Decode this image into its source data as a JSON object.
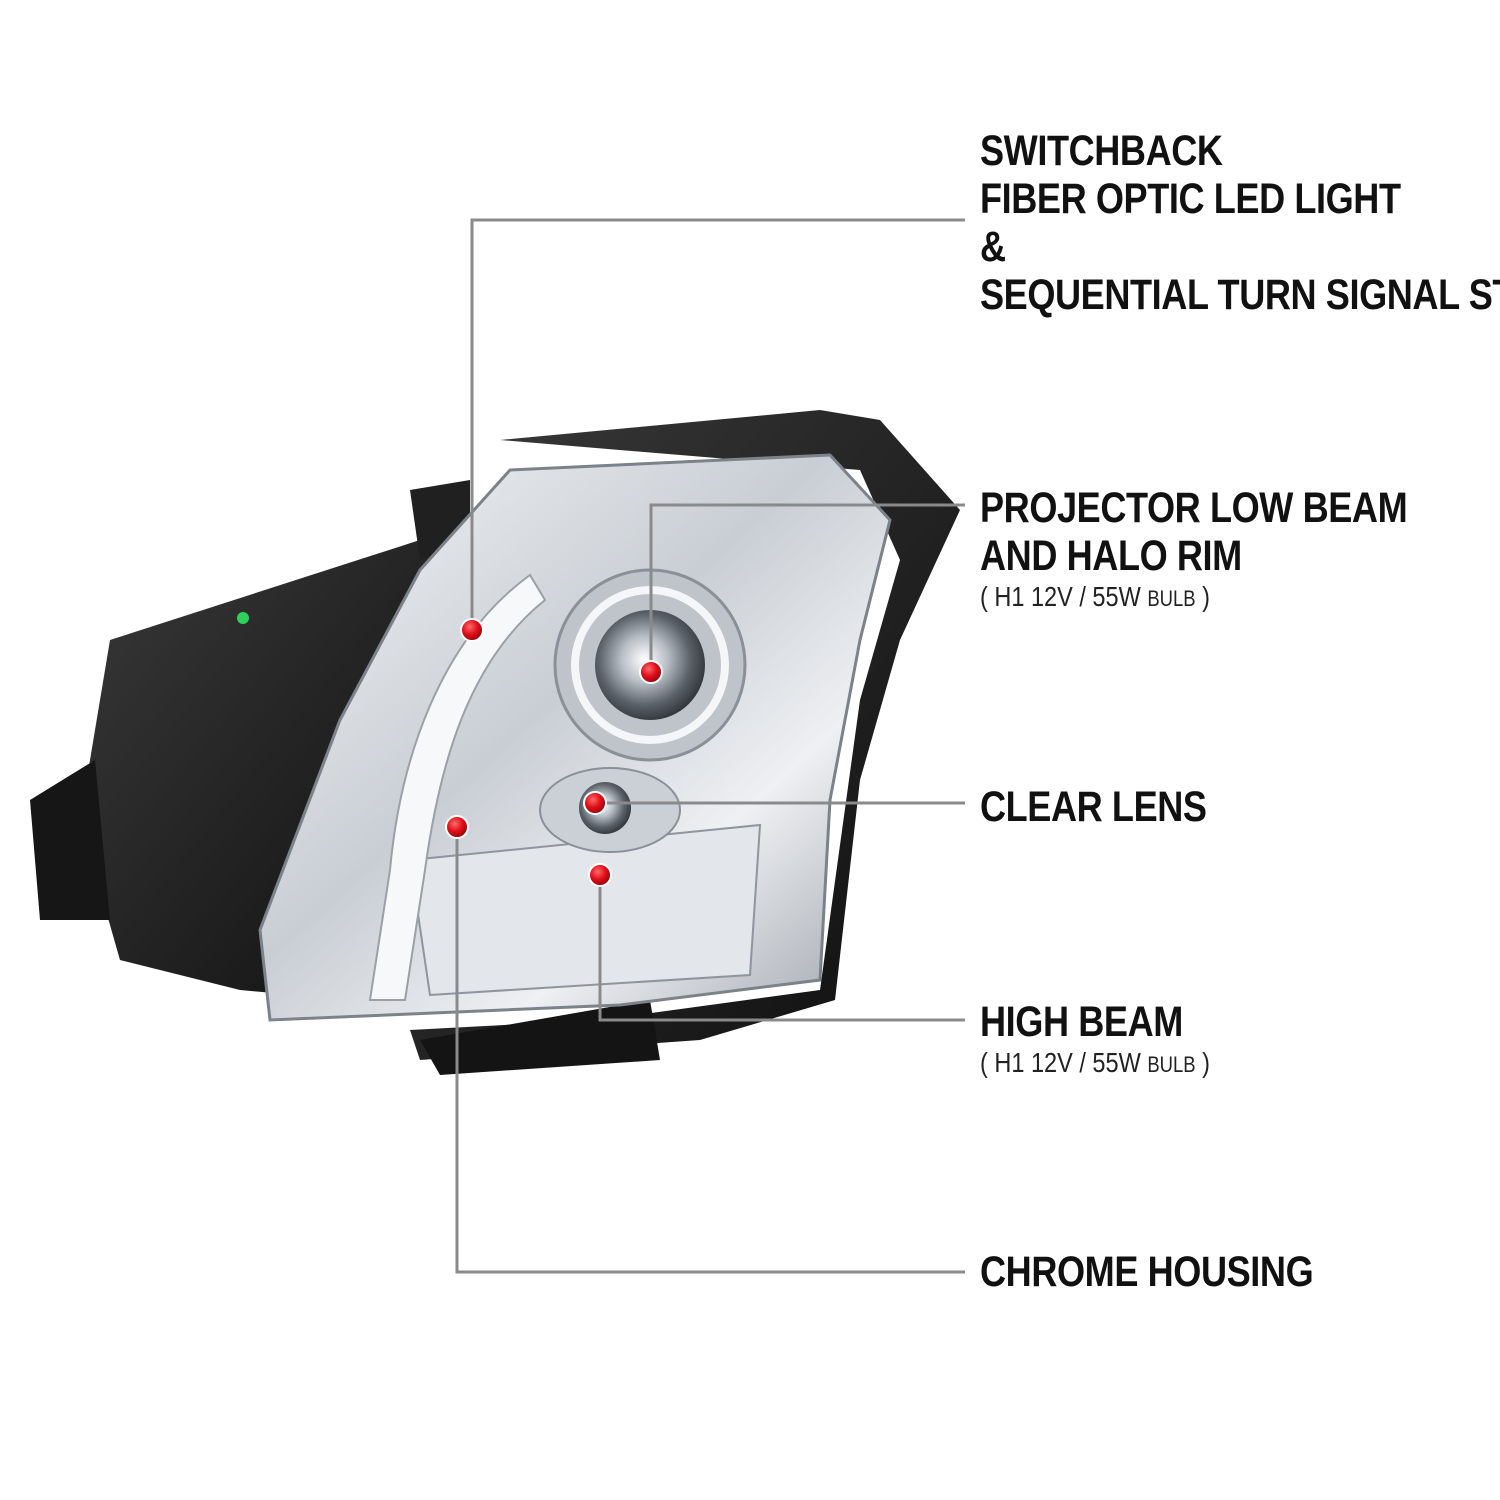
{
  "callouts": {
    "switchback": {
      "lines": [
        "SWITCHBACK",
        "FIBER OPTIC LED LIGHT",
        "&",
        "SEQUENTIAL TURN SIGNAL STRIP"
      ]
    },
    "projector": {
      "lines": [
        "PROJECTOR LOW BEAM",
        "AND HALO RIM"
      ],
      "sub_open": "(",
      "sub_spec": "H1  12V / 55W",
      "sub_unit": "BULB",
      "sub_close": ")"
    },
    "clear_lens": {
      "lines": [
        "CLEAR LENS"
      ]
    },
    "high_beam": {
      "lines": [
        "HIGH BEAM"
      ],
      "sub_open": "(",
      "sub_spec": "H1  12V / 55W",
      "sub_unit": "BULB",
      "sub_close": ")"
    },
    "chrome_housing": {
      "lines": [
        "CHROME HOUSING"
      ]
    }
  },
  "colors": {
    "leader_gray": "#8a8a8a",
    "leader_red": "#b3101d",
    "marker_red": "#e0101a",
    "housing_black": "#1c1c1c",
    "chrome": "#d9dde2"
  }
}
